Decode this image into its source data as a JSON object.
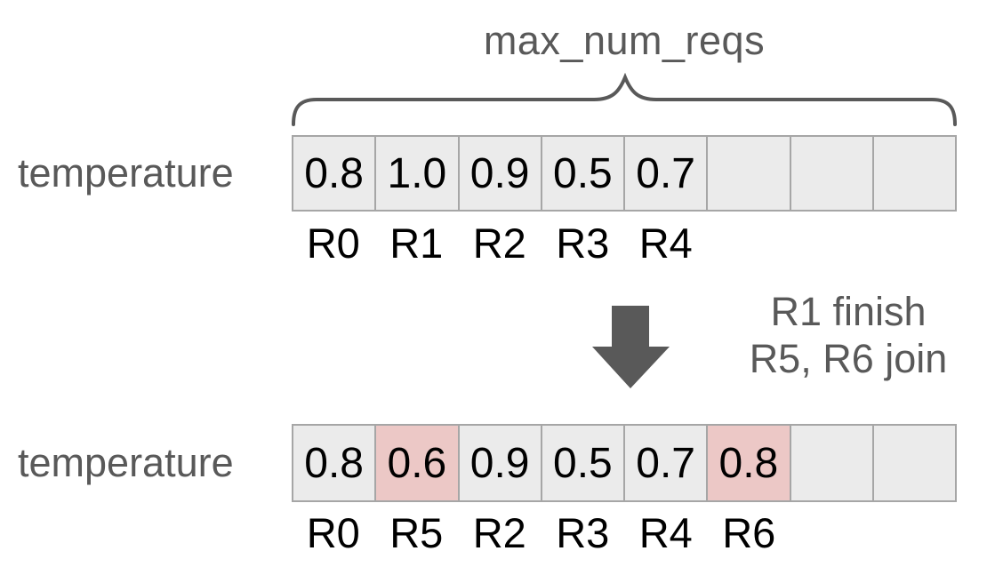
{
  "colors": {
    "text_gray": "#595959",
    "cell_bg": "#ebebeb",
    "cell_border": "#a6a6a6",
    "highlight_bg": "#ecc8c6",
    "value_text": "#000000"
  },
  "brace": {
    "label": "max_num_reqs"
  },
  "transition": {
    "arrow_icon": "down-arrow",
    "note_line1": "R1 finish",
    "note_line2": "R5, R6 join"
  },
  "rows": [
    {
      "label": "temperature",
      "cells": [
        {
          "value": "0.8",
          "highlighted": false
        },
        {
          "value": "1.0",
          "highlighted": false
        },
        {
          "value": "0.9",
          "highlighted": false
        },
        {
          "value": "0.5",
          "highlighted": false
        },
        {
          "value": "0.7",
          "highlighted": false
        },
        {
          "value": "",
          "highlighted": false
        },
        {
          "value": "",
          "highlighted": false
        },
        {
          "value": "",
          "highlighted": false
        }
      ],
      "indices": [
        "R0",
        "R1",
        "R2",
        "R3",
        "R4",
        "",
        "",
        ""
      ]
    },
    {
      "label": "temperature",
      "cells": [
        {
          "value": "0.8",
          "highlighted": false
        },
        {
          "value": "0.6",
          "highlighted": true
        },
        {
          "value": "0.9",
          "highlighted": false
        },
        {
          "value": "0.5",
          "highlighted": false
        },
        {
          "value": "0.7",
          "highlighted": false
        },
        {
          "value": "0.8",
          "highlighted": true
        },
        {
          "value": "",
          "highlighted": false
        },
        {
          "value": "",
          "highlighted": false
        }
      ],
      "indices": [
        "R0",
        "R5",
        "R2",
        "R3",
        "R4",
        "R6",
        "",
        ""
      ]
    }
  ]
}
